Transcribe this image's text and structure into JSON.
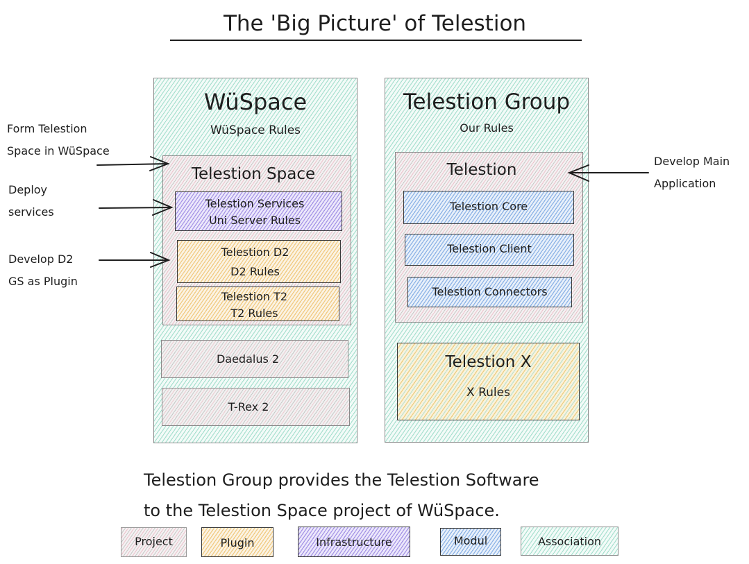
{
  "title": "The 'Big Picture' of Telestion",
  "wuspace": {
    "title": "WüSpace",
    "subtitle": "WüSpace Rules",
    "telestion_space": {
      "title": "Telestion Space",
      "items": [
        {
          "line1": "Telestion Services",
          "line2": "Uni Server Rules",
          "type": "Infrastructure"
        },
        {
          "line1": "Telestion D2",
          "line2": "D2 Rules",
          "type": "Plugin"
        },
        {
          "line1": "Telestion T2",
          "line2": "T2 Rules",
          "type": "Plugin"
        }
      ]
    },
    "projects": [
      {
        "label": "Daedalus 2",
        "type": "Project"
      },
      {
        "label": "T-Rex 2",
        "type": "Project"
      }
    ]
  },
  "telestion_group": {
    "title": "Telestion Group",
    "subtitle": "Our Rules",
    "telestion": {
      "title": "Telestion",
      "modules": [
        {
          "label": "Telestion Core",
          "type": "Modul"
        },
        {
          "label": "Telestion Client",
          "type": "Modul"
        },
        {
          "label": "Telestion Connectors",
          "type": "Modul"
        }
      ]
    },
    "telestion_x": {
      "title": "Telestion X",
      "subtitle": "X Rules",
      "type": "Plugin"
    }
  },
  "annotations": [
    {
      "line1": "Form Telestion",
      "line2": "Space in WüSpace",
      "target": "Telestion Space"
    },
    {
      "line1": "Deploy",
      "line2": "services",
      "target": "Telestion Services"
    },
    {
      "line1": "Develop D2",
      "line2": "GS as Plugin",
      "target": "Telestion D2"
    },
    {
      "line1": "Develop Main",
      "line2": "Application",
      "target": "Telestion"
    }
  ],
  "caption": {
    "line1": "Telestion Group provides the Telestion Software",
    "line2": "to the Telestion Space project of WüSpace."
  },
  "legend": [
    {
      "label": "Project",
      "color": "#e8a3b3"
    },
    {
      "label": "Plugin",
      "color": "#eebe64"
    },
    {
      "label": "Infrastructure",
      "color": "#9682e1"
    },
    {
      "label": "Modul",
      "color": "#78a5e1"
    },
    {
      "label": "Association",
      "color": "#91d7c3"
    }
  ]
}
